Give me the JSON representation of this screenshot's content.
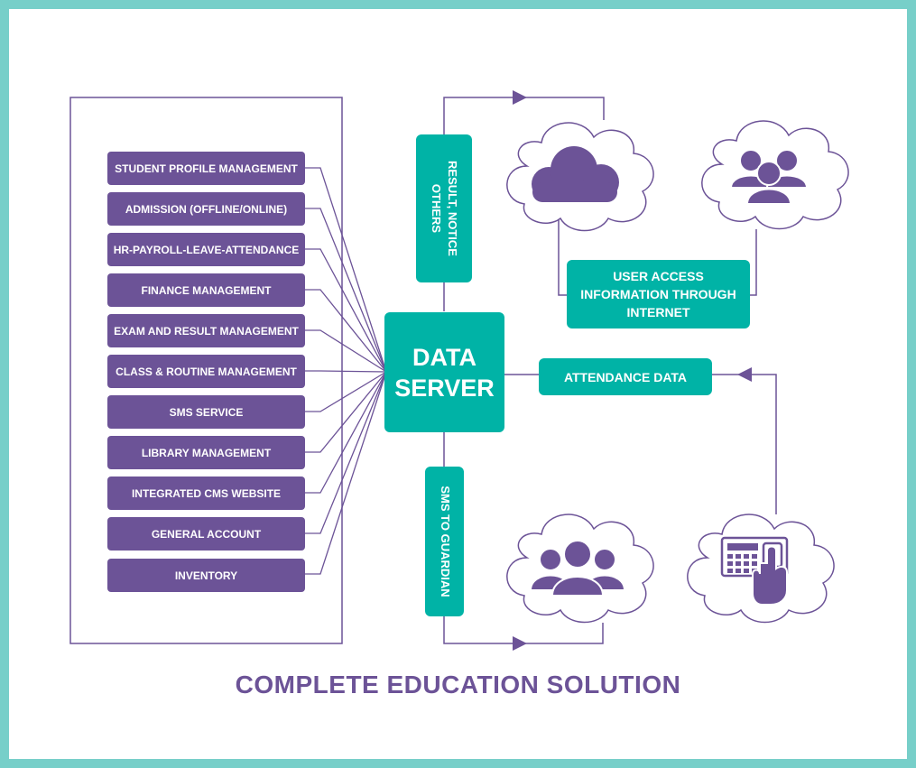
{
  "modules": [
    "STUDENT PROFILE MANAGEMENT",
    "ADMISSION (OFFLINE/ONLINE)",
    "HR-PAYROLL-LEAVE-ATTENDANCE",
    "FINANCE MANAGEMENT",
    "EXAM AND RESULT MANAGEMENT",
    "CLASS & ROUTINE MANAGEMENT",
    "SMS SERVICE",
    "LIBRARY MANAGEMENT",
    "INTEGRATED CMS WEBSITE",
    "GENERAL ACCOUNT",
    "INVENTORY"
  ],
  "server": {
    "line1": "DATA",
    "line2": "SERVER"
  },
  "result_notice": {
    "line1": "RESULT, NOTICE",
    "line2": "OTHERS"
  },
  "sms_guardian": "SMS TO GUARDIAN",
  "user_access": {
    "line1": "USER ACCESS",
    "line2": "INFORMATION THROUGH",
    "line3": "INTERNET"
  },
  "attendance_data": "ATTENDANCE DATA",
  "title": "COMPLETE EDUCATION SOLUTION",
  "icons": [
    "cloud-icon",
    "users-group-icon",
    "guardians-icon",
    "biometric-keypad-icon"
  ],
  "colors": {
    "frame": "#77cfc9",
    "purple": "#6c5397",
    "teal": "#00b3a6",
    "white": "#ffffff"
  }
}
